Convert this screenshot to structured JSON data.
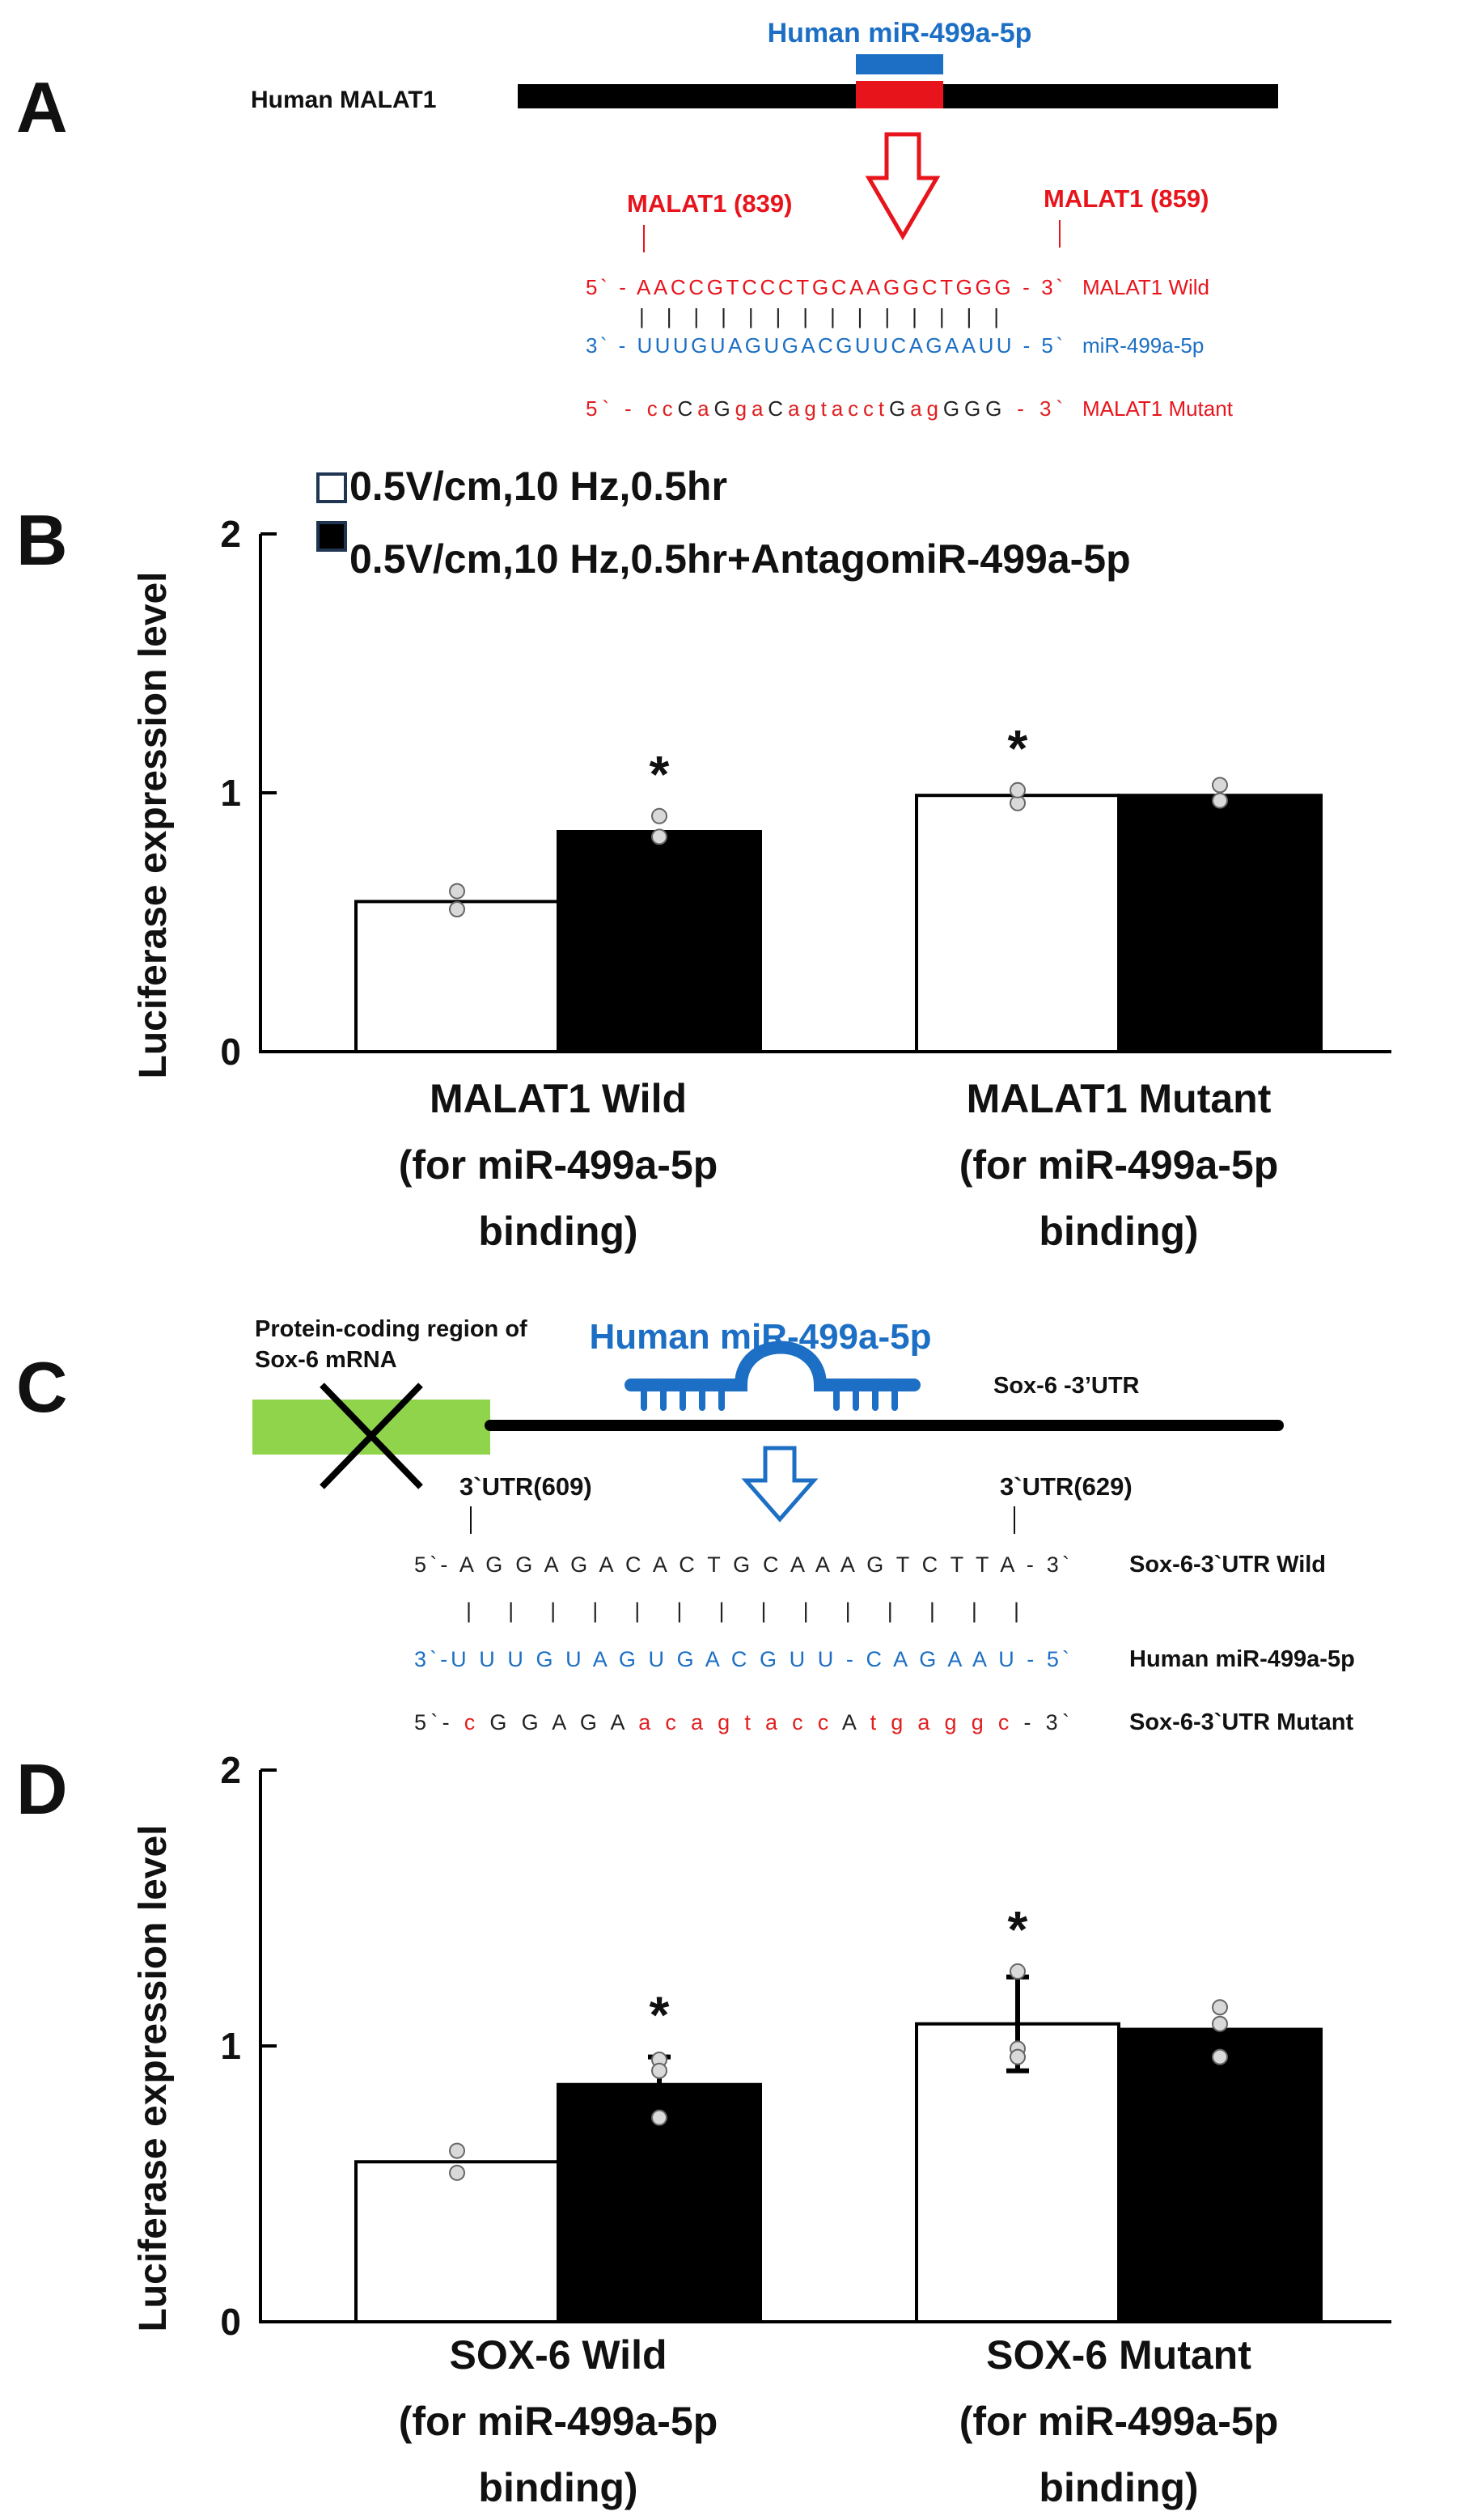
{
  "panels": {
    "a": "A",
    "b": "B",
    "c": "C",
    "d": "D"
  },
  "panel_a": {
    "gene_label": "Human MALAT1",
    "mirna_label": "Human miR-499a-5p",
    "pos_left": "MALAT1 (839)",
    "pos_right": "MALAT1 (859)",
    "wild_seq": "5` - AACCGTCCCTGCAAGGCTGGG - 3`",
    "wild_label": "MALAT1 Wild",
    "pairing": "| |    | |     | | | | | | | |     | |",
    "mirna_seq": "3` - UUUGUAGUGACGUUCAGAAUU - 5`",
    "mirna_seq_label": "miR-499a-5p",
    "mutant_segments": [
      {
        "t": "5` - cc",
        "c": "#e02020"
      },
      {
        "t": "C",
        "c": "#222222"
      },
      {
        "t": "a",
        "c": "#e02020"
      },
      {
        "t": "G",
        "c": "#222222"
      },
      {
        "t": "ga",
        "c": "#e02020"
      },
      {
        "t": "C",
        "c": "#222222"
      },
      {
        "t": "agtacct",
        "c": "#e02020"
      },
      {
        "t": "G",
        "c": "#222222"
      },
      {
        "t": "ag",
        "c": "#e02020"
      },
      {
        "t": "GGG",
        "c": "#222222"
      },
      {
        "t": " - 3`",
        "c": "#e02020"
      }
    ],
    "mutant_label": "MALAT1 Mutant"
  },
  "panel_c": {
    "coding_label_1": "Protein-coding region of",
    "coding_label_2": "Sox-6 mRNA",
    "mirna_label": "Human miR-499a-5p",
    "utr_label": "Sox-6 -3’UTR",
    "pos_left": "3`UTR(609)",
    "pos_right": "3`UTR(629)",
    "wild_seq": "5`- A G G A G A C A C T G C A A A G T C T T A - 3`",
    "wild_label": "Sox-6-3`UTR Wild",
    "pairing": "|                 |  |  |         |  |  |  |         |  |  |  |  |  |",
    "mirna_seq": "3`-U U U G U A G U G A C G U U - C A G A A U - 5`",
    "mirna_seq_label": "Human miR-499a-5p",
    "mutant_segments": [
      {
        "t": "5`- ",
        "c": "#222222"
      },
      {
        "t": "c ",
        "c": "#e02020"
      },
      {
        "t": "G G A G A ",
        "c": "#222222"
      },
      {
        "t": "a c a g t a c c ",
        "c": "#e02020"
      },
      {
        "t": "A ",
        "c": "#222222"
      },
      {
        "t": "t g a g g c",
        "c": "#e02020"
      },
      {
        "t": " - 3`",
        "c": "#222222"
      }
    ],
    "mutant_label": "Sox-6-3`UTR  Mutant"
  },
  "legend": {
    "open_label": "0.5V/cm,10 Hz,0.5hr",
    "filled_label": "0.5V/cm,10 Hz,0.5hr+AntagomiR-499a-5p"
  },
  "chart_data": [
    {
      "type": "bar",
      "panel": "B",
      "ylabel": "Luciferase expression level",
      "ylim": [
        0,
        2
      ],
      "yticks": [
        "0",
        "1",
        "2"
      ],
      "categories": [
        [
          "MALAT1  Wild",
          "(for miR-499a-5p",
          "binding)"
        ],
        [
          "MALAT1  Mutant",
          "(for miR-499a-5p",
          "binding)"
        ]
      ],
      "series": [
        {
          "values": [
            0.58,
            0.99
          ],
          "fill": "#ffffff",
          "errors": [
            0,
            0
          ],
          "points": [
            [
              0.62,
              0.55
            ],
            [
              0.96,
              1.01
            ]
          ]
        },
        {
          "values": [
            0.85,
            0.99
          ],
          "fill": "#000000",
          "errors": [
            0,
            0
          ],
          "points": [
            [
              0.91,
              0.83
            ],
            [
              0.97,
              1.03
            ]
          ]
        }
      ],
      "significance": [
        {
          "series": 1,
          "category": 0,
          "label": "*"
        },
        {
          "series": 0,
          "category": 1,
          "label": "*"
        }
      ],
      "legend_position": "top-left"
    },
    {
      "type": "bar",
      "panel": "D",
      "ylabel": "Luciferase expression level",
      "ylim": [
        0,
        2
      ],
      "yticks": [
        "0",
        "1",
        "2"
      ],
      "categories": [
        [
          "SOX-6  Wild",
          "(for miR-499a-5p",
          "binding)"
        ],
        [
          "SOX-6  Mutant",
          "(for miR-499a-5p",
          "binding)"
        ]
      ],
      "series": [
        {
          "values": [
            0.58,
            1.08
          ],
          "fill": "#ffffff",
          "errors": [
            0,
            0.17
          ],
          "points": [
            [
              0.62,
              0.54
            ],
            [
              1.27,
              0.99,
              0.96
            ]
          ]
        },
        {
          "values": [
            0.86,
            1.06
          ],
          "fill": "#000000",
          "errors": [
            0.1,
            0
          ],
          "points": [
            [
              0.95,
              0.91,
              0.74
            ],
            [
              1.14,
              1.08,
              0.96
            ]
          ]
        }
      ],
      "significance": [
        {
          "series": 1,
          "category": 0,
          "label": "*"
        },
        {
          "series": 0,
          "category": 1,
          "label": "*"
        }
      ]
    }
  ]
}
